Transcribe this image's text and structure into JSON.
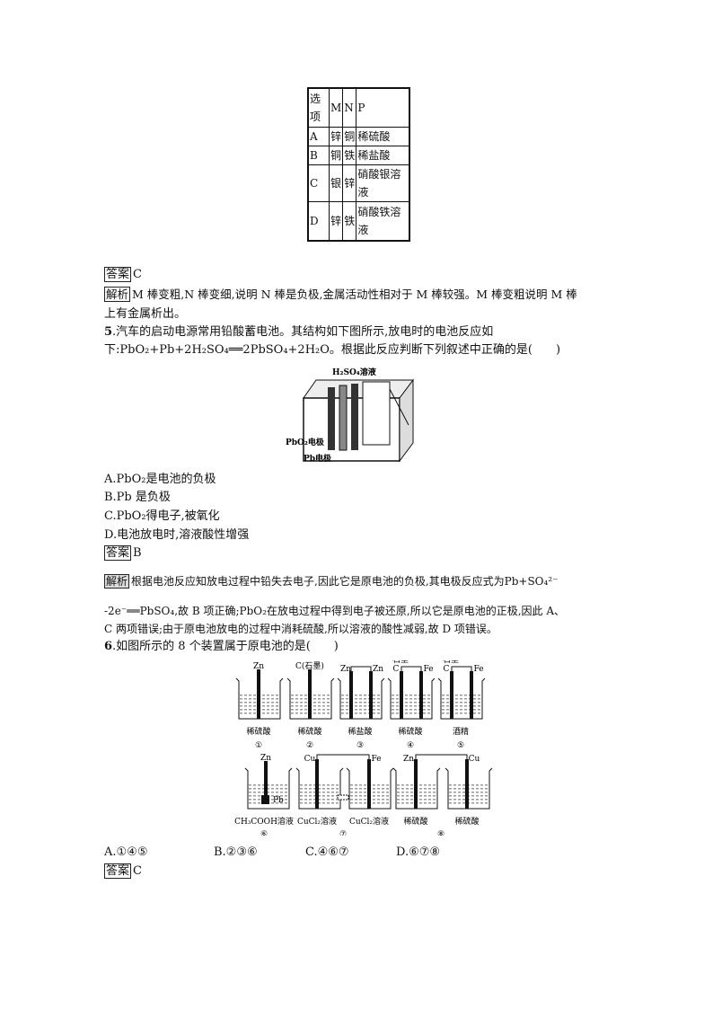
{
  "table": {
    "headers": [
      "选项",
      "M",
      "N",
      "P"
    ],
    "rows": [
      [
        "A",
        "锌",
        "铜",
        "稀硫酸"
      ],
      [
        "B",
        "铜",
        "铁",
        "稀盐酸"
      ],
      [
        "C",
        "银",
        "锌",
        "硝酸银溶液"
      ],
      [
        "D",
        "锌",
        "铁",
        "硝酸铁溶液"
      ]
    ]
  },
  "q4": {
    "answer_label": "答案",
    "answer": "C",
    "analysis_label": "解析",
    "analysis_1": "M 棒变粗,N 棒变细,说明 N 棒是负极,金属活动性相对于 M 棒较强。M 棒变粗说明 M 棒",
    "analysis_2": "上有金属析出。"
  },
  "q5": {
    "number": "5",
    "stem_1": ".汽车的启动电源常用铅酸蓄电池。其结构如下图所示,放电时的电池反应如",
    "stem_2": "下:PbO₂+Pb+2H₂SO₄══2PbSO₄+2H₂O。根据此反应判断下列叙述中正确的是(　　)",
    "figure_labels": {
      "solution": "H₂SO₄溶液",
      "pbo2": "PbO₂电极",
      "pb": "Pb电极"
    },
    "options": [
      "A.PbO₂是电池的负极",
      "B.Pb 是负极",
      "C.PbO₂得电子,被氧化",
      "D.电池放电时,溶液酸性增强"
    ],
    "answer_label": "答案",
    "answer": "B",
    "analysis_label": "解析",
    "analysis_1": "根据电池反应知放电过程中铅失去电子,因此它是原电池的负极,其电极反应式为Pb+SO₄²⁻",
    "analysis_2": "-2e⁻══PbSO₄,故 B 项正确;PbO₂在放电过程中得到电子被还原,所以它是原电池的正极,因此 A、",
    "analysis_3": "C 两项错误;由于原电池放电的过程中消耗硫酸,所以溶液的酸性减弱,故 D 项错误。"
  },
  "q6": {
    "number": "6",
    "stem": ".如图所示的 8 个装置属于原电池的是(　　)",
    "devices": [
      {
        "electrodes": [
          "Zn"
        ],
        "solution": "稀硫酸",
        "index": "①"
      },
      {
        "electrodes": [
          "C(石墨)"
        ],
        "solution": "稀硫酸",
        "index": "②"
      },
      {
        "electrodes": [
          "Zn",
          "Zn"
        ],
        "solution": "稀盐酸",
        "index": "③"
      },
      {
        "top": "石墨",
        "electrodes": [
          "C",
          "Fe"
        ],
        "solution": "稀硫酸",
        "index": "④"
      },
      {
        "top": "石墨",
        "electrodes": [
          "C",
          "Fe"
        ],
        "solution": "酒精",
        "index": "⑤"
      },
      {
        "electrodes": [
          "Zn",
          "Pb"
        ],
        "solution": "CH₃COOH溶液",
        "index": "⑥"
      },
      {
        "electrodes": [
          "Cu",
          "Fe"
        ],
        "solution": "CuCl₂溶液",
        "solution2": "CuCl₂溶液",
        "index": "⑦"
      },
      {
        "electrodes": [
          "Zn",
          "Cu"
        ],
        "solution": "稀硫酸",
        "solution2": "稀硫酸",
        "index": "⑧"
      }
    ],
    "options": [
      "A.①④⑤",
      "B.②③⑥",
      "C.④⑥⑦",
      "D.⑥⑦⑧"
    ],
    "answer_label": "答案",
    "answer": "C"
  }
}
